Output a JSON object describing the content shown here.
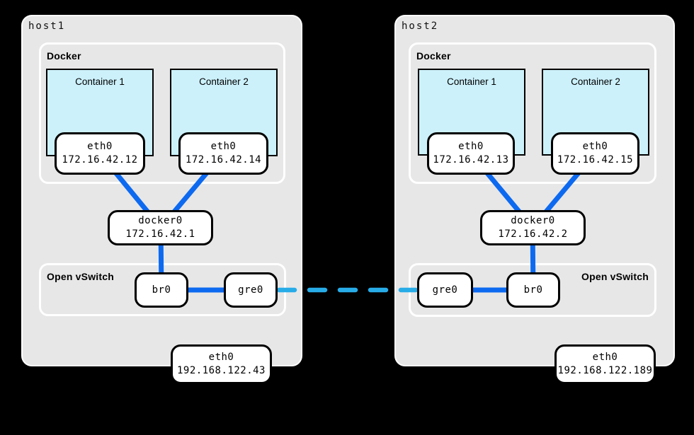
{
  "colors": {
    "background": "#000000",
    "host_fill": "#e7e7e7",
    "container_fill": "#ccf1fb",
    "link_solid": "#0d6af0",
    "link_dashed": "#27ace8"
  },
  "hosts": [
    {
      "label": "host1",
      "docker_label": "Docker",
      "containers": [
        {
          "label": "Container 1",
          "iface_name": "eth0",
          "iface_ip": "172.16.42.12"
        },
        {
          "label": "Container 2",
          "iface_name": "eth0",
          "iface_ip": "172.16.42.14"
        }
      ],
      "docker_bridge": {
        "name": "docker0",
        "ip": "172.16.42.1"
      },
      "ovs_label": "Open vSwitch",
      "ovs_bridge": "br0",
      "gre_port": "gre0",
      "host_iface": {
        "name": "eth0",
        "ip": "192.168.122.43"
      }
    },
    {
      "label": "host2",
      "docker_label": "Docker",
      "containers": [
        {
          "label": "Container 1",
          "iface_name": "eth0",
          "iface_ip": "172.16.42.13"
        },
        {
          "label": "Container 2",
          "iface_name": "eth0",
          "iface_ip": "172.16.42.15"
        }
      ],
      "docker_bridge": {
        "name": "docker0",
        "ip": "172.16.42.2"
      },
      "ovs_label": "Open vSwitch",
      "ovs_bridge": "br0",
      "gre_port": "gre0",
      "host_iface": {
        "name": "eth0",
        "ip": "192.168.122.189"
      }
    }
  ]
}
